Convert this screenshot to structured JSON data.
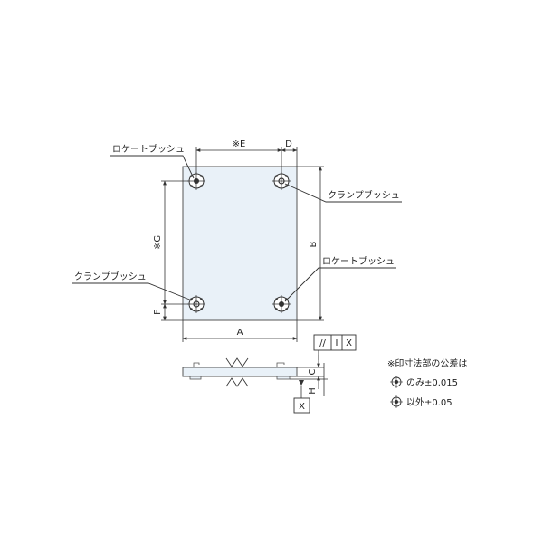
{
  "labels": {
    "locate_bush_top": "ロケートブッシュ",
    "clamp_bush_right": "クランプブッシュ",
    "locate_bush_right": "ロケートブッシュ",
    "clamp_bush_left": "クランプブッシュ"
  },
  "dims": {
    "e": "※E",
    "d": "D",
    "g": "※G",
    "b": "B",
    "f": "F",
    "a": "A",
    "c": "C",
    "h": "H"
  },
  "tolerance": {
    "symbol": "//",
    "value": "Ⅰ",
    "datum": "X",
    "datum_ref": "X"
  },
  "notes": {
    "heading": "※印寸法部の公差は",
    "line1": "のみ±0.015",
    "line2": "以外±0.05"
  },
  "colors": {
    "plate_fill": "#e9f1f8",
    "plate_stroke": "#555555",
    "line": "#333333"
  }
}
